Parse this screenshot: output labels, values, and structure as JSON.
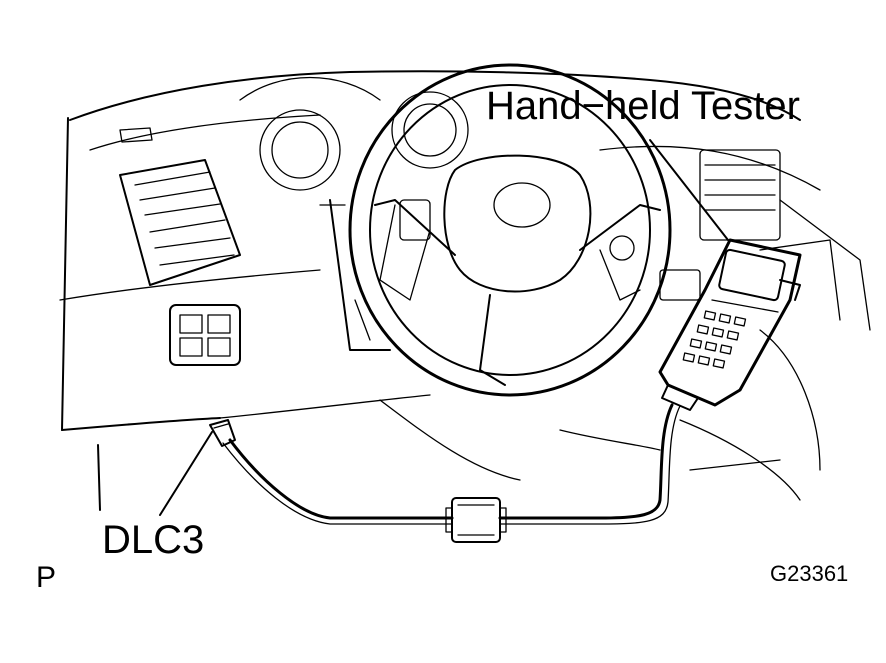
{
  "labels": {
    "tester": "Hand−held Tester",
    "connector": "DLC3",
    "corner_mark": "P",
    "figure_code": "G23361"
  },
  "colors": {
    "ink": "#000000",
    "background": "#ffffff"
  }
}
